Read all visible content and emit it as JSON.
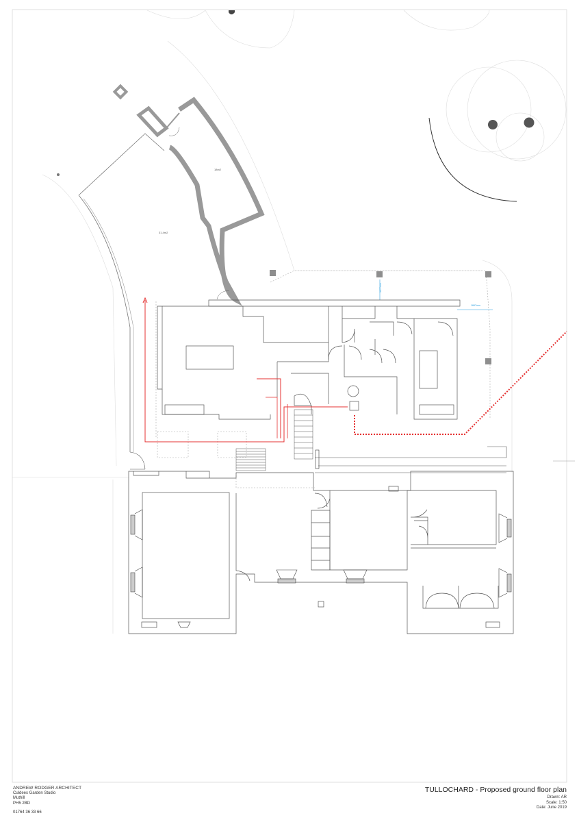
{
  "drawing": {
    "title": "TULLOCHARD - Proposed ground floor plan",
    "drawn": "Drawn: AR",
    "scale": "Scale: 1:50",
    "date": "Date: June 2019"
  },
  "firm": {
    "name": "ANDREW RODGER ARCHITECT",
    "address_line1": "Culdees Garden Studio",
    "address_line2": "Muthill",
    "postcode": "PH5 2BD",
    "phone": "01764 36 33 66"
  },
  "plan": {
    "room_labels": [
      "18m2",
      "31.4m2"
    ],
    "dimension_labels": [
      "1277mm",
      "1667mm"
    ],
    "colors": {
      "line": "#555555",
      "wall_fill": "#9a9a9a",
      "drainage": "#e53030",
      "dimension": "#2aa0e0",
      "guide": "#cfcfcf"
    }
  }
}
